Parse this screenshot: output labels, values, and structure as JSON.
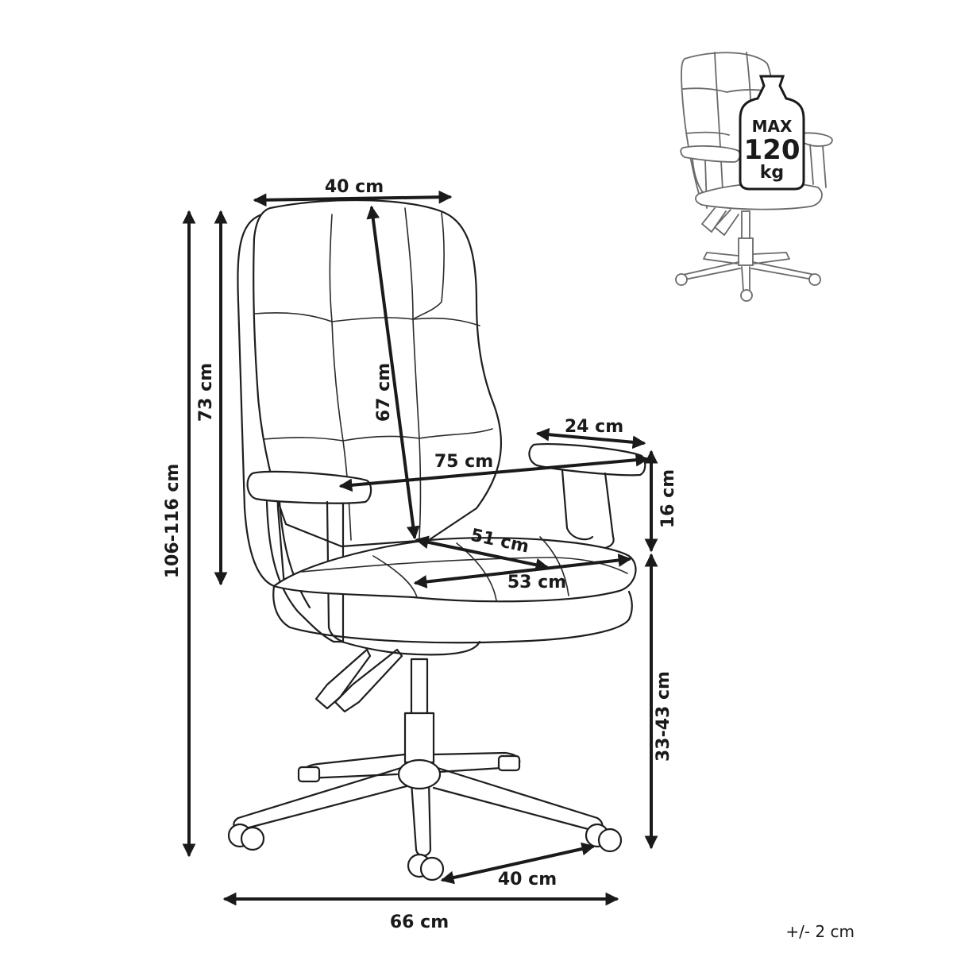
{
  "dimensions": {
    "backrest_width": "40 cm",
    "total_height": "106-116 cm",
    "backrest_height": "73 cm",
    "backrest_depth_diag": "67 cm",
    "armrest_length": "24 cm",
    "overall_width": "75 cm",
    "armrest_height": "16 cm",
    "seat_depth": "51 cm",
    "seat_width": "53 cm",
    "seat_height": "33-43 cm",
    "base_radius": "40 cm",
    "base_width": "66 cm"
  },
  "tolerance": "+/- 2 cm",
  "weight_badge": {
    "line1": "MAX",
    "line2": "120",
    "line3": "kg"
  },
  "colors": {
    "line": "#1a1a1a",
    "mini_chair": "#6a6a6a",
    "background": "#ffffff"
  }
}
